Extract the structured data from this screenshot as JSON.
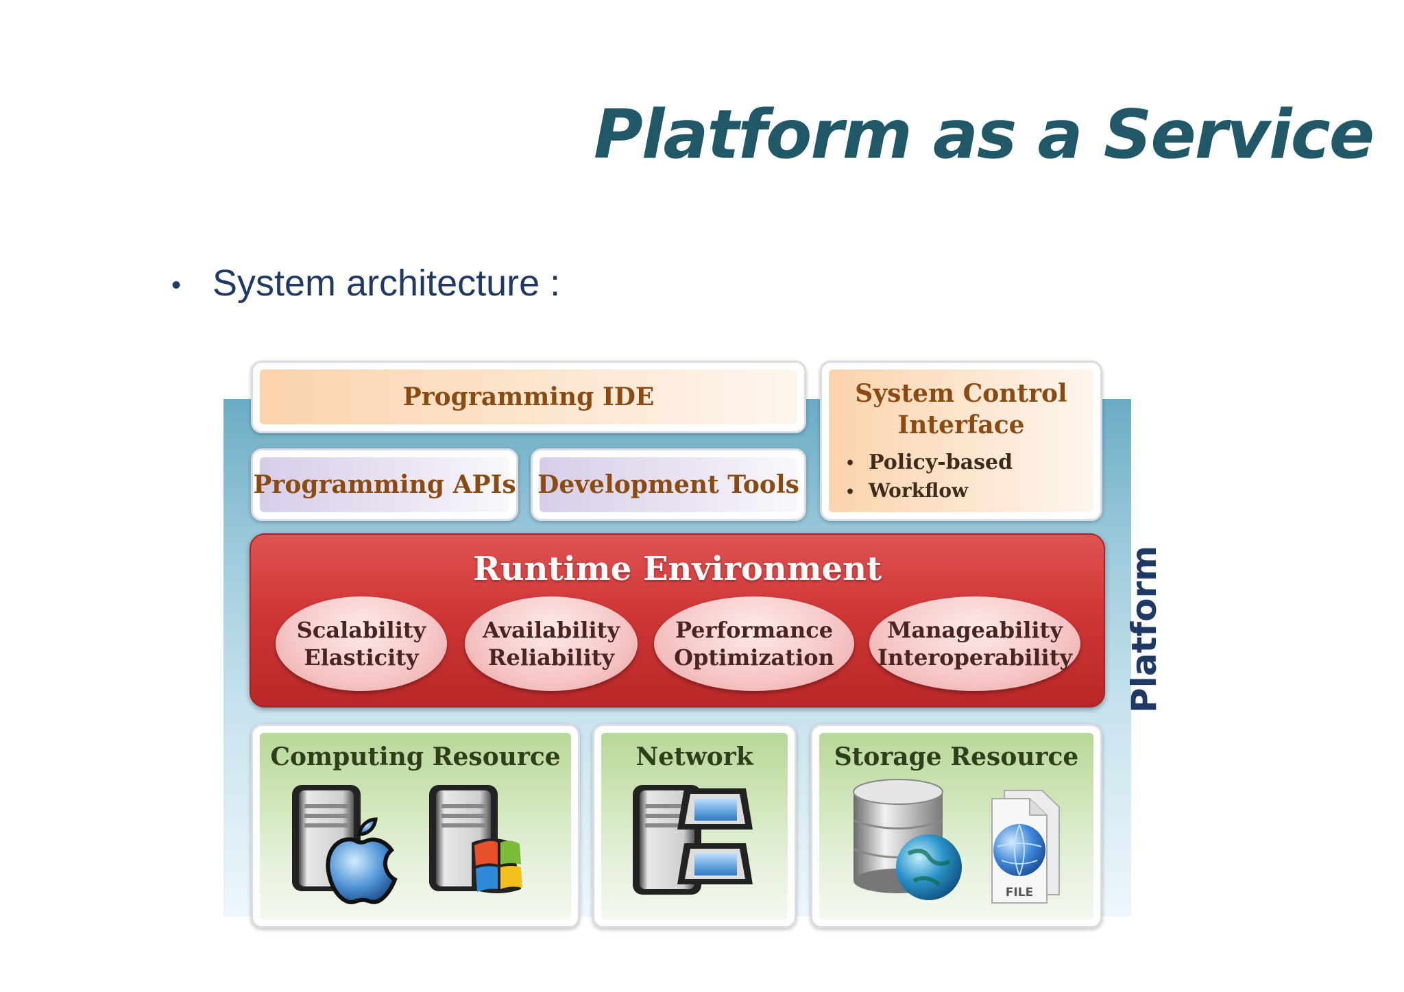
{
  "slide": {
    "title": "Platform as a Service",
    "bullet": "System architecture :"
  },
  "diagram": {
    "programming_ide": "Programming IDE",
    "programming_apis": "Programming APIs",
    "development_tools": "Development Tools",
    "system_control": {
      "title_line1": "System Control",
      "title_line2": "Interface",
      "items": [
        "Policy-based",
        "Workflow"
      ]
    },
    "runtime": {
      "title": "Runtime Environment",
      "ovals": [
        {
          "line1": "Scalability",
          "line2": "Elasticity"
        },
        {
          "line1": "Availability",
          "line2": "Reliability"
        },
        {
          "line1": "Performance",
          "line2": "Optimization"
        },
        {
          "line1": "Manageability",
          "line2": "Interoperability"
        }
      ]
    },
    "resources": {
      "computing": "Computing Resource",
      "network": "Network",
      "storage": "Storage Resource",
      "file_label": "FILE"
    },
    "side_label": "Platform"
  },
  "icons": [
    "server-icon",
    "apple-logo-icon",
    "windows-logo-icon",
    "monitor-icon",
    "database-icon",
    "globe-icon",
    "file-icon"
  ]
}
